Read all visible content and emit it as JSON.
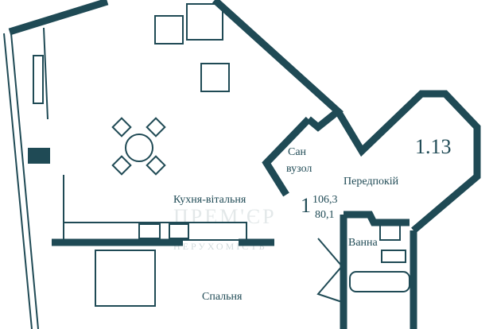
{
  "plan": {
    "unit_number": "1.13",
    "rooms": [
      "Кухня-вітальня",
      "Санвузол",
      "Передпокій",
      "Ванна",
      "Спальня"
    ],
    "room_count": "1",
    "total_area": "106,3",
    "living_area": "80,1",
    "san_line1": "Сан",
    "san_line2": "вузол",
    "watermark_line1": "ПРЕМ'ЄР",
    "watermark_line2": "НЕРУХОМІСТЬ",
    "wall_color": "#1f4a55"
  }
}
